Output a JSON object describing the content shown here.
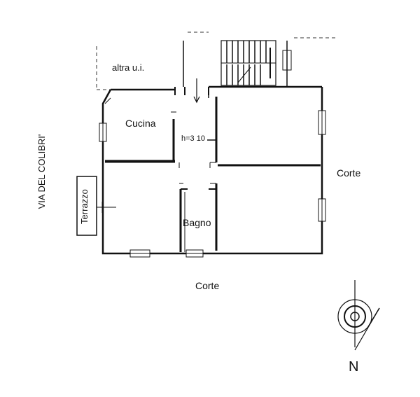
{
  "labels": {
    "other_unit": "altra u.i.",
    "street": "VIA DEL COLIBRI'",
    "kitchen": "Cucina",
    "height": "h=3 10",
    "terrace": "Terrazzo",
    "bathroom": "Bagno",
    "courtyard_east": "Corte",
    "courtyard_south": "Corte",
    "north": "N"
  },
  "colors": {
    "line": "#111111",
    "dashed": "#333333",
    "background": "#ffffff"
  }
}
